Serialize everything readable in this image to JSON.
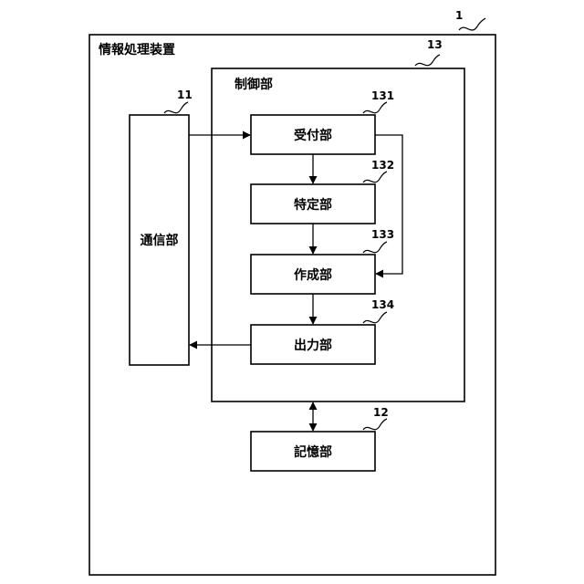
{
  "device": {
    "label": "情報処理装置",
    "ref": "1"
  },
  "control": {
    "label": "制御部",
    "ref": "13"
  },
  "communication": {
    "label": "通信部",
    "ref": "11"
  },
  "storage": {
    "label": "記憶部",
    "ref": "12"
  },
  "units": {
    "reception": {
      "label": "受付部",
      "ref": "131"
    },
    "identification": {
      "label": "特定部",
      "ref": "132"
    },
    "creation": {
      "label": "作成部",
      "ref": "133"
    },
    "output": {
      "label": "出力部",
      "ref": "134"
    }
  },
  "colors": {
    "stroke": "#000000",
    "background": "#ffffff"
  }
}
